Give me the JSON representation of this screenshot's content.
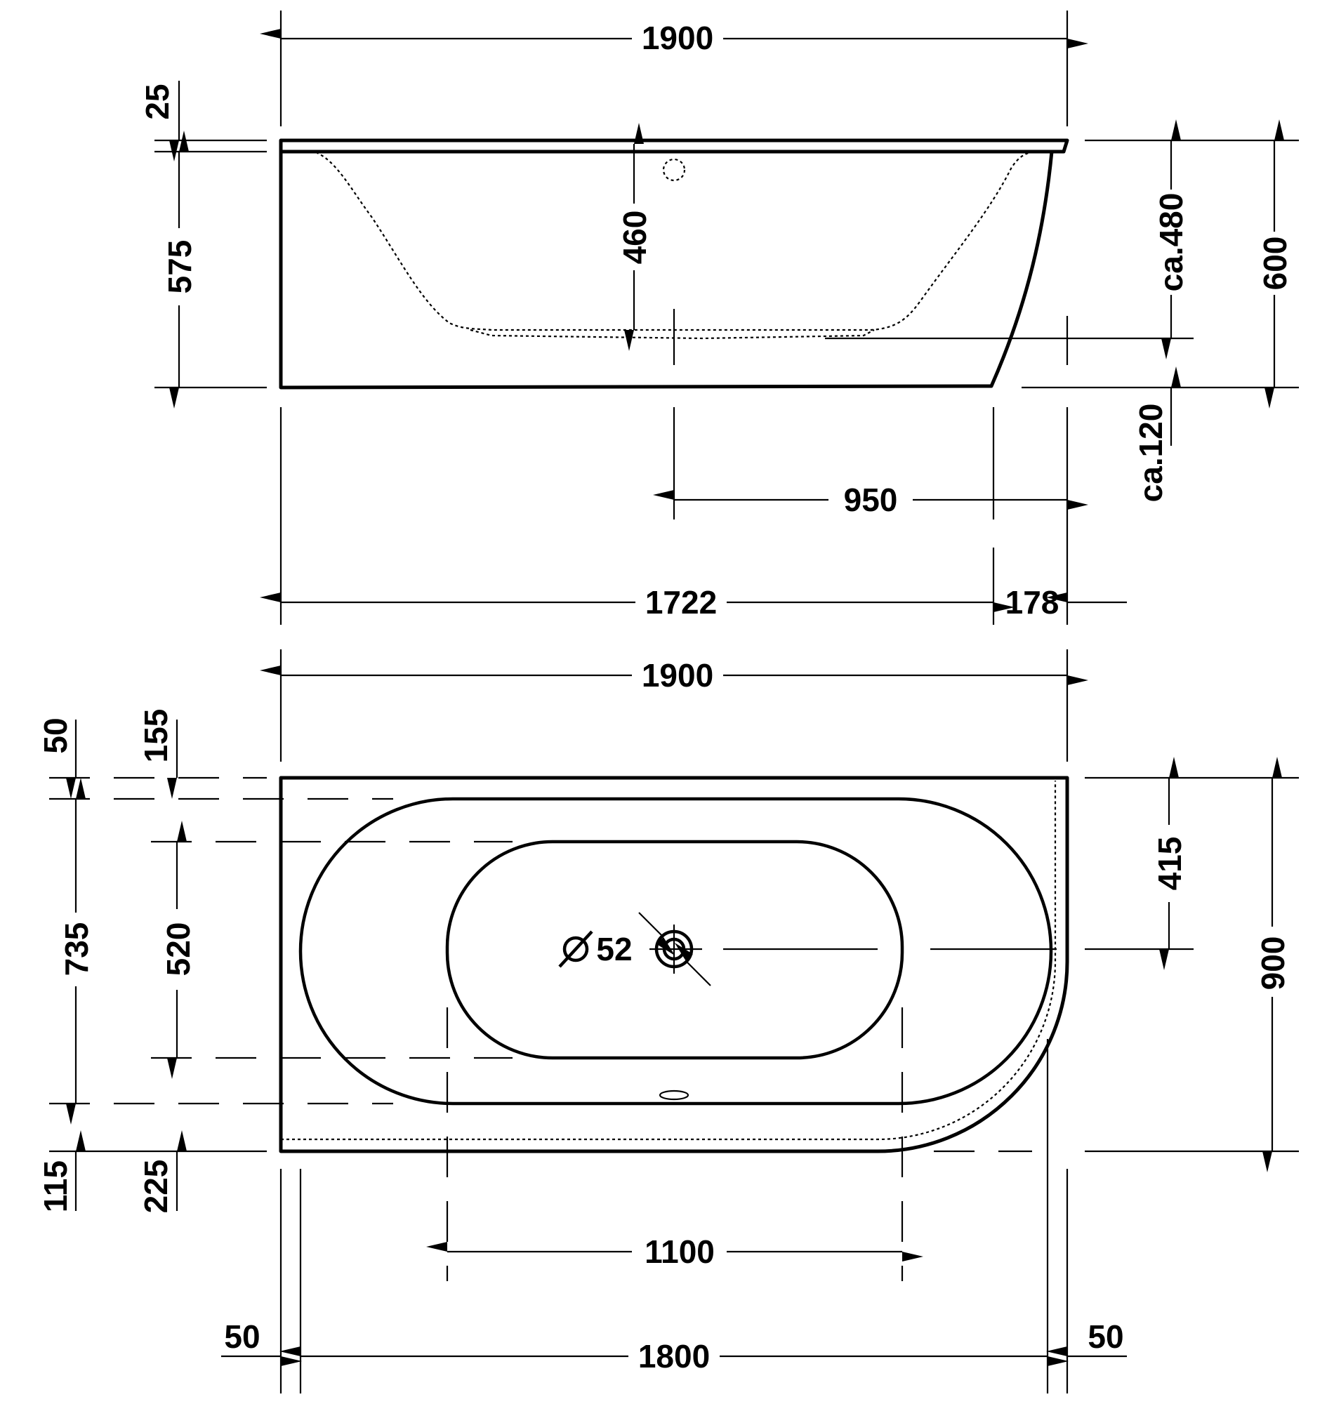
{
  "side_view": {
    "overall_length": "1900",
    "rim_thickness": "25",
    "apron_height": "575",
    "inner_depth": "460",
    "water_depth": "ca.480",
    "total_height": "600",
    "floor_clearance": "ca.120",
    "drain_offset": "950",
    "base_length": "1722",
    "overhang": "178"
  },
  "plan_view": {
    "overall_length": "1900",
    "top_offset_outer": "50",
    "top_offset_inner": "155",
    "inner_width_outer": "735",
    "inner_width_inner": "520",
    "bottom_offset_outer": "115",
    "bottom_offset_inner": "225",
    "drain_position": "415",
    "overall_width": "900",
    "drain_diameter": "52",
    "floor_length": "1100",
    "left_margin": "50",
    "inner_length": "1800",
    "right_margin": "50"
  }
}
